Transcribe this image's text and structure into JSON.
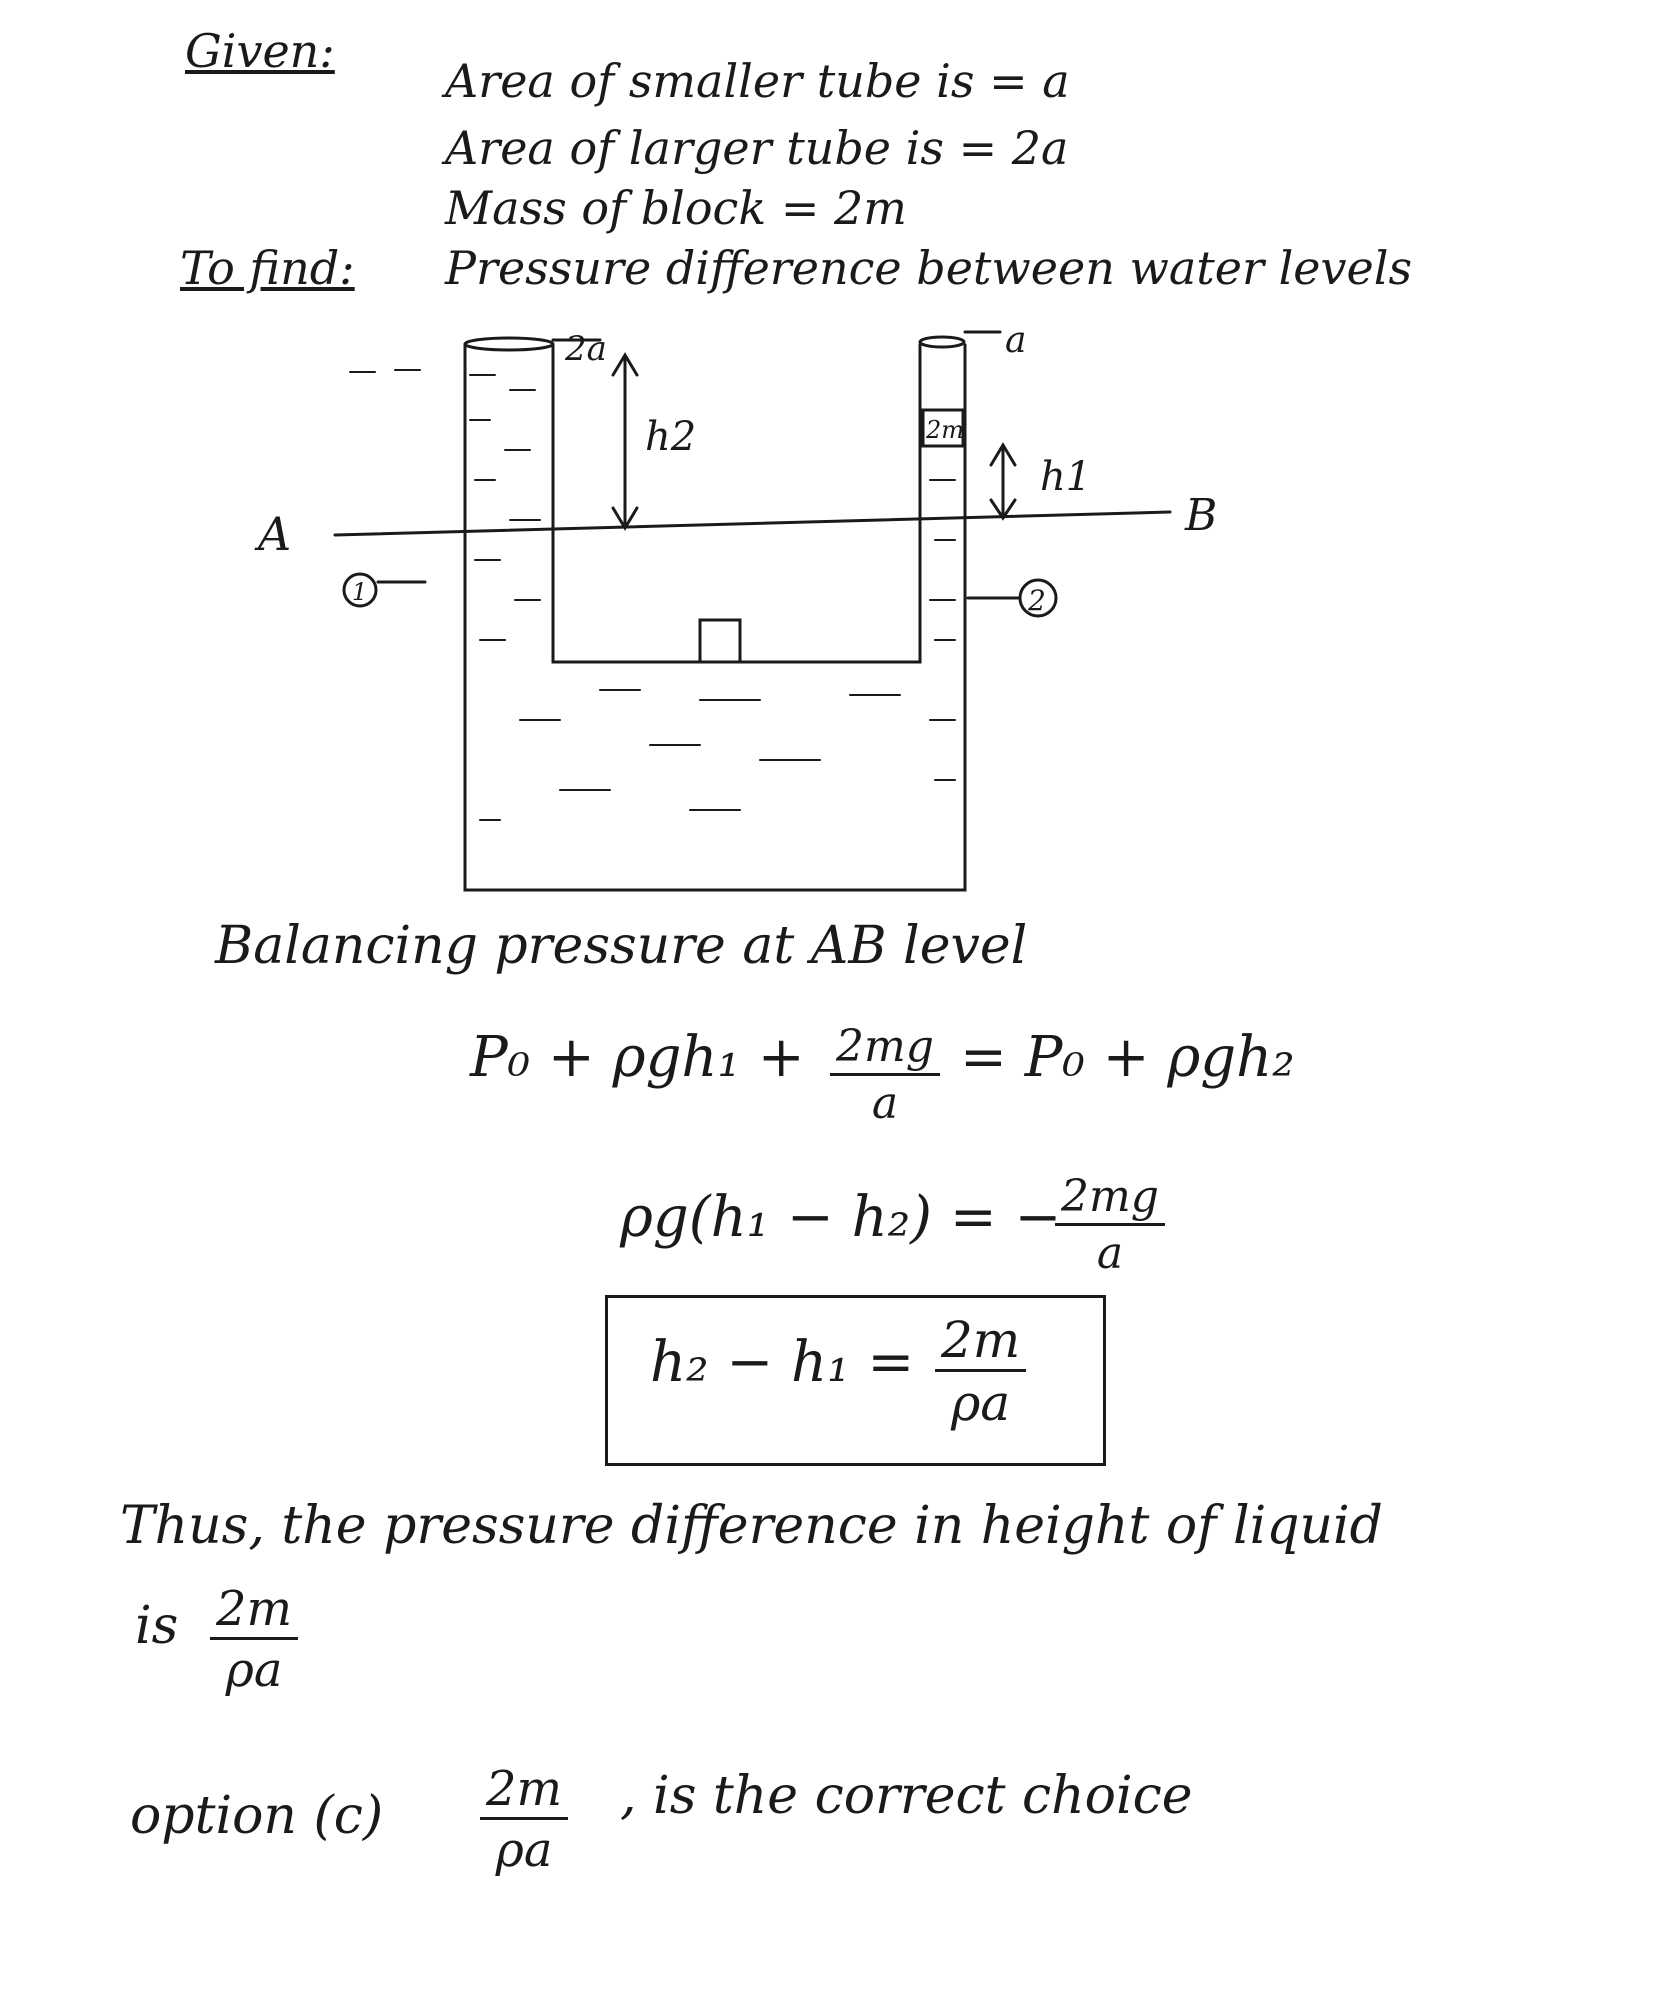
{
  "given": {
    "heading": "Given:",
    "line1": "Area of smaller tube is = a",
    "line2": "Area of larger tube is = 2a",
    "line3": "Mass of block = 2m"
  },
  "to_find": {
    "heading": "To find:",
    "text": "Pressure difference between water levels"
  },
  "diagram": {
    "label_left_area": "2a",
    "label_right_area": "a",
    "label_block": "2m",
    "label_h2": "h2",
    "label_h1": "h1",
    "label_A": "A",
    "label_B": "B",
    "label_point1": "1",
    "label_point2": "2"
  },
  "solution": {
    "balancing": "Balancing pressure at AB level",
    "eq1_left": "P₀ + ρgh₁ +",
    "eq1_frac_num": "2mg",
    "eq1_frac_den": "a",
    "eq1_right": "= P₀ + ρgh₂",
    "eq2_left": "ρg(h₁ − h₂) = −",
    "eq2_frac_num": "2mg",
    "eq2_frac_den": "a",
    "eq3_left": "h₂ − h₁ =",
    "eq3_frac_num": "2m",
    "eq3_frac_den": "ρa"
  },
  "conclusion": {
    "line1": "Thus, the pressure difference in height of liquid",
    "line2_prefix": "is",
    "line2_frac_num": "2m",
    "line2_frac_den": "ρa",
    "option_prefix": "option (c)",
    "option_frac_num": "2m",
    "option_frac_den": "ρa",
    "option_suffix": ", is the correct choice"
  }
}
